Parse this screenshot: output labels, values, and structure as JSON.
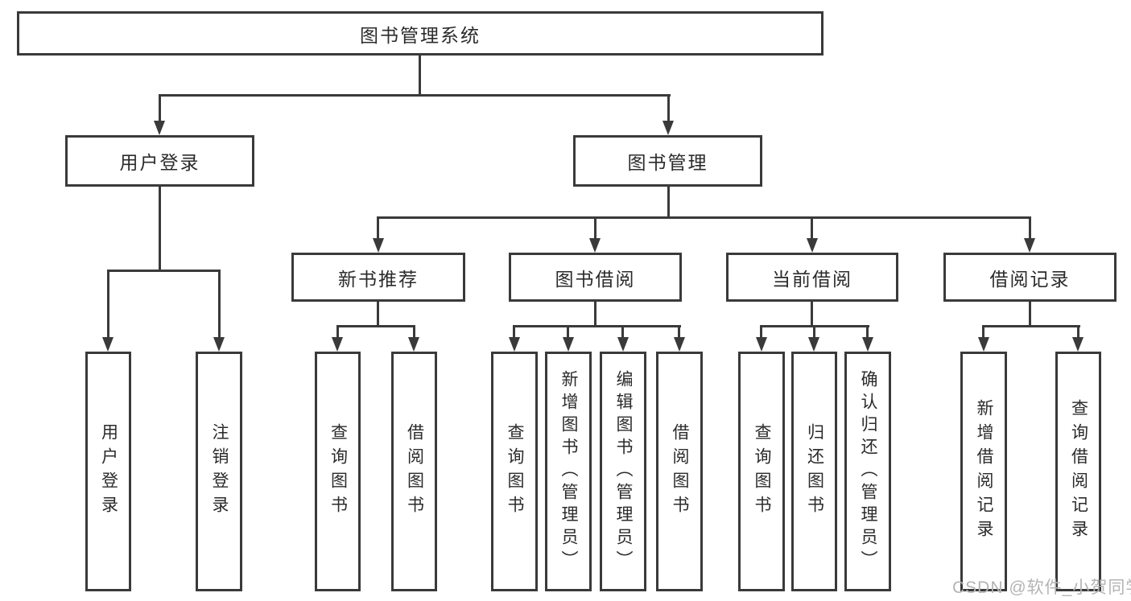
{
  "colors": {
    "background": "#ffffff",
    "line": "#3a3a3a",
    "box_text": "#2b2b2b",
    "watermark_text": "#b4b4b4"
  },
  "tree": {
    "root": {
      "label": "图书管理系统"
    },
    "branches": [
      {
        "label": "用户登录",
        "children": [
          {
            "label": "用户登录"
          },
          {
            "label": "注销登录"
          }
        ]
      },
      {
        "label": "图书管理",
        "children": [
          {
            "label": "新书推荐",
            "children": [
              {
                "label": "查询图书"
              },
              {
                "label": "借阅图书"
              }
            ]
          },
          {
            "label": "图书借阅",
            "children": [
              {
                "label": "查询图书"
              },
              {
                "label": "新增图书（管理员）"
              },
              {
                "label": "编辑图书（管理员）"
              },
              {
                "label": "借阅图书"
              }
            ]
          },
          {
            "label": "当前借阅",
            "children": [
              {
                "label": "查询图书"
              },
              {
                "label": "归还图书"
              },
              {
                "label": "确认归还（管理员）"
              }
            ]
          },
          {
            "label": "借阅记录",
            "children": [
              {
                "label": "新增借阅记录"
              },
              {
                "label": "查询借阅记录"
              }
            ]
          }
        ]
      }
    ]
  },
  "watermark": {
    "text": "CSDN @软件_小贺同学"
  }
}
